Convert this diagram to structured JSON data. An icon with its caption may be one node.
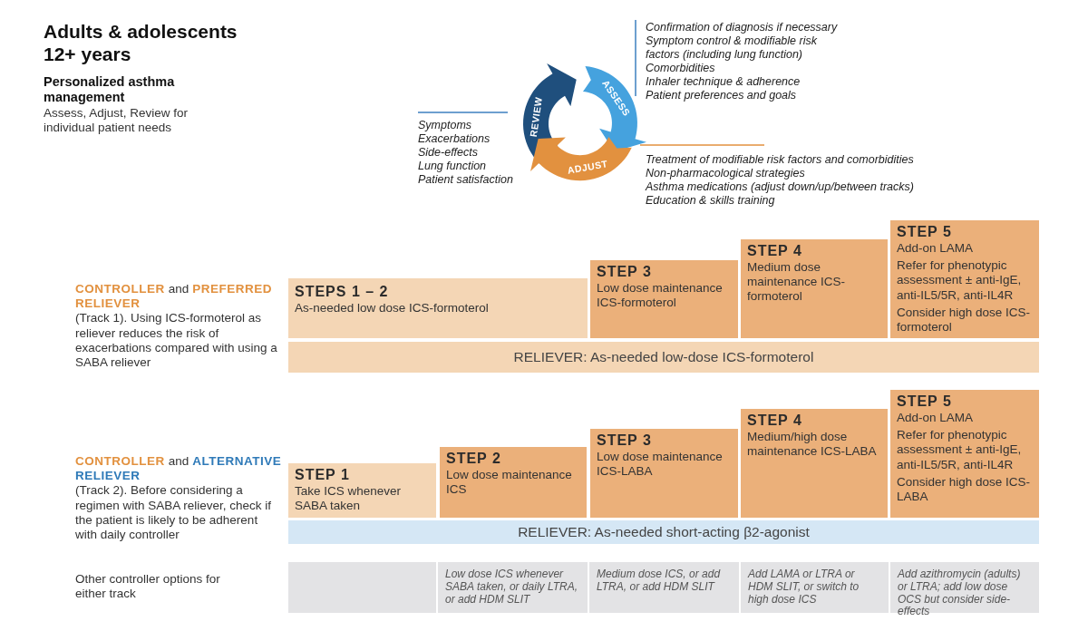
{
  "diagram": {
    "title": "Adults & adolescents 12+ years",
    "nodes": [
      {
        "text": [
          "REVIEW"
        ],
        "beside": [
          "Symptoms",
          "Exacerbations",
          "Side-effects",
          "Lung function",
          "Patient satisfaction"
        ]
      },
      {
        "text": [
          "ASSESS"
        ],
        "beside": [
          "Confirmation of diagnosis if necessary",
          "Symptom control & modifiable risk factors (including lung function)",
          "Comorbidities",
          "Inhaler technique & adherence",
          "Patient preferences and goals"
        ]
      },
      {
        "text": [
          "ADJUST"
        ],
        "beside": [
          "Treatment of modifiable risk factors and comorbidities",
          "Non-pharmacological strategies",
          "Asthma medications (adjust down/up/between tracks)",
          "Education & skills training"
        ]
      },
      {
        "text": [
          "STEPS 1 – 2",
          "As-needed low dose ICS-formoterol"
        ]
      },
      {
        "text": [
          "STEP 3",
          "Low dose maintenance ICS-formoterol"
        ]
      },
      {
        "text": [
          "STEP 4",
          "Medium dose maintenance ICS-formoterol"
        ]
      },
      {
        "text": [
          "STEP 5",
          "Add-on LAMA",
          "Refer for phenotypic assessment ± anti-IgE, anti-IL5/5R, anti-IL4R",
          "Consider high dose ICS-formoterol"
        ]
      },
      {
        "text": [
          "RELIEVER: As-needed low-dose ICS-formoterol"
        ]
      },
      {
        "text": [
          "STEP 1",
          "Take ICS whenever SABA taken"
        ]
      },
      {
        "text": [
          "STEP 2",
          "Low dose maintenance ICS"
        ]
      },
      {
        "text": [
          "STEP 3",
          "Low dose maintenance ICS-LABA"
        ]
      },
      {
        "text": [
          "STEP 4",
          "Medium/high dose maintenance ICS-LABA"
        ]
      },
      {
        "text": [
          "STEP 5",
          "Add-on LAMA",
          "Refer for phenotypic assessment ± anti-IgE, anti-IL5/5R, anti-IL4R",
          "Consider high dose ICS-LABA"
        ]
      },
      {
        "text": [
          "RELIEVER: As-needed short-acting β2-agonist"
        ]
      },
      {
        "text": [],
        "shape": "box"
      },
      {
        "text": [
          "Low dose ICS whenever SABA taken, or daily LTRA, or add HDM SLIT"
        ]
      },
      {
        "text": [
          "Medium dose ICS, or add LTRA, or add HDM SLIT"
        ]
      },
      {
        "text": [
          "Add LAMA or LTRA or HDM SLIT, or switch to high dose ICS"
        ]
      },
      {
        "text": [
          "Add azithromycin (adults) or LTRA;  add low dose OCS but consider side-effects"
        ]
      }
    ],
    "labels": [
      "Personalized asthma management",
      "Assess, Adjust, Review for individual patient needs",
      "CONTROLLER",
      "and",
      "PREFERRED RELIEVER",
      "(Track 1). Using ICS-formoterol as reliever reduces the risk of exacerbations compared with using a SABA reliever",
      "CONTROLLER",
      "and",
      "ALTERNATIVE RELIEVER",
      "(Track 2). Before considering a regimen with SABA reliever, check if the patient is likely to be adherent with daily controller",
      "Other controller options for either track"
    ]
  }
}
